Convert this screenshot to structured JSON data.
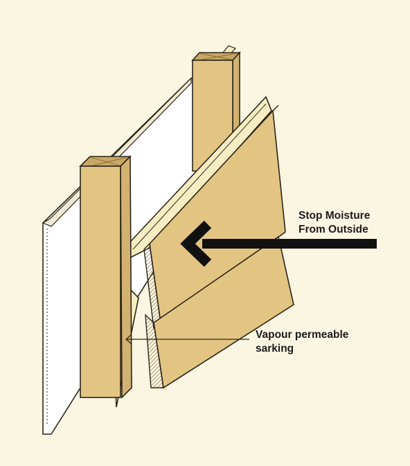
{
  "labels": {
    "moisture_line1": "Stop Moisture",
    "moisture_line2": "From Outside",
    "sarking_line1": "Vapour permeable",
    "sarking_line2": "sarking"
  },
  "colors": {
    "background": "#fbf6e2",
    "timber": "#e3c583",
    "timber_dark": "#c9a867",
    "sarking": "#f6edc2",
    "lining": "#ffffff",
    "outline": "#2a2418",
    "arrow": "#111111"
  }
}
